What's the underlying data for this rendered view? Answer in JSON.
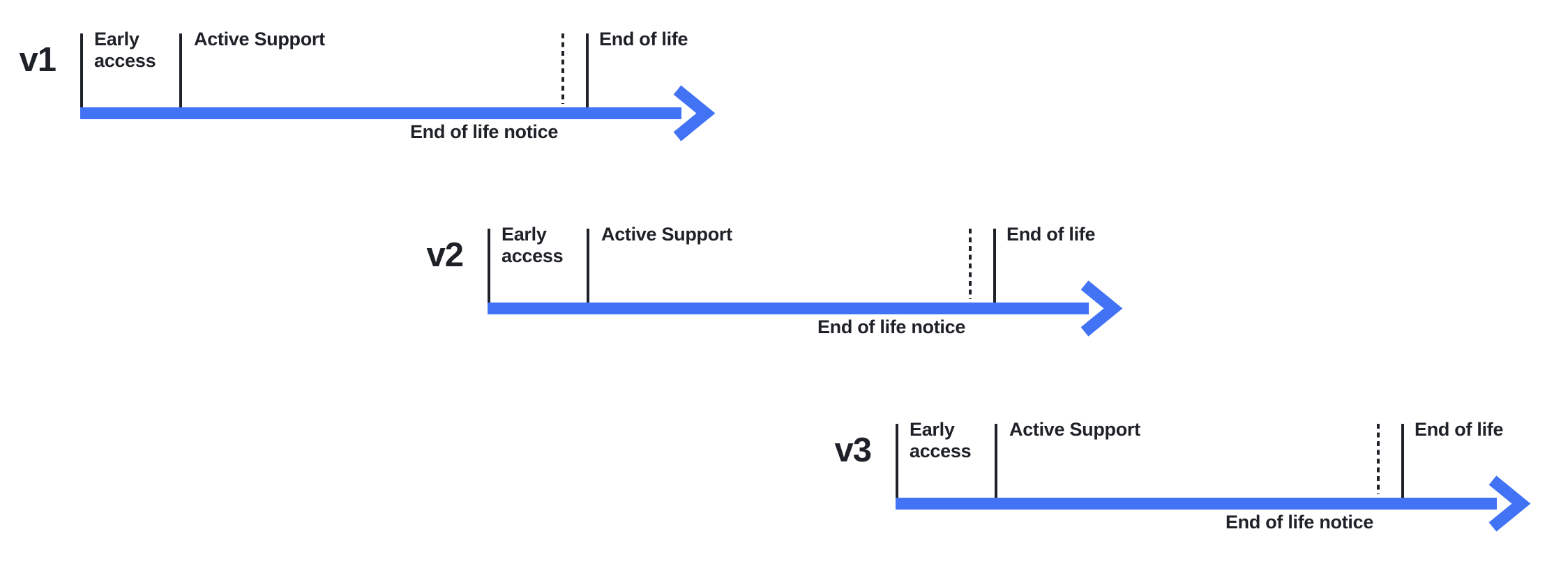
{
  "diagram": {
    "type": "version-lifecycle-timelines",
    "colors": {
      "accent_blue": "#4273F5",
      "ink": "#1e2127",
      "background": "#ffffff"
    },
    "timelines": [
      {
        "version": "v1",
        "phases": {
          "early_access": "Early access",
          "active_support": "Active Support",
          "end_of_life": "End of life"
        },
        "annotation": "End of life notice"
      },
      {
        "version": "v2",
        "phases": {
          "early_access": "Early access",
          "active_support": "Active Support",
          "end_of_life": "End of life"
        },
        "annotation": "End of life notice"
      },
      {
        "version": "v3",
        "phases": {
          "early_access": "Early access",
          "active_support": "Active Support",
          "end_of_life": "End of life"
        },
        "annotation": "End of life notice"
      }
    ]
  }
}
